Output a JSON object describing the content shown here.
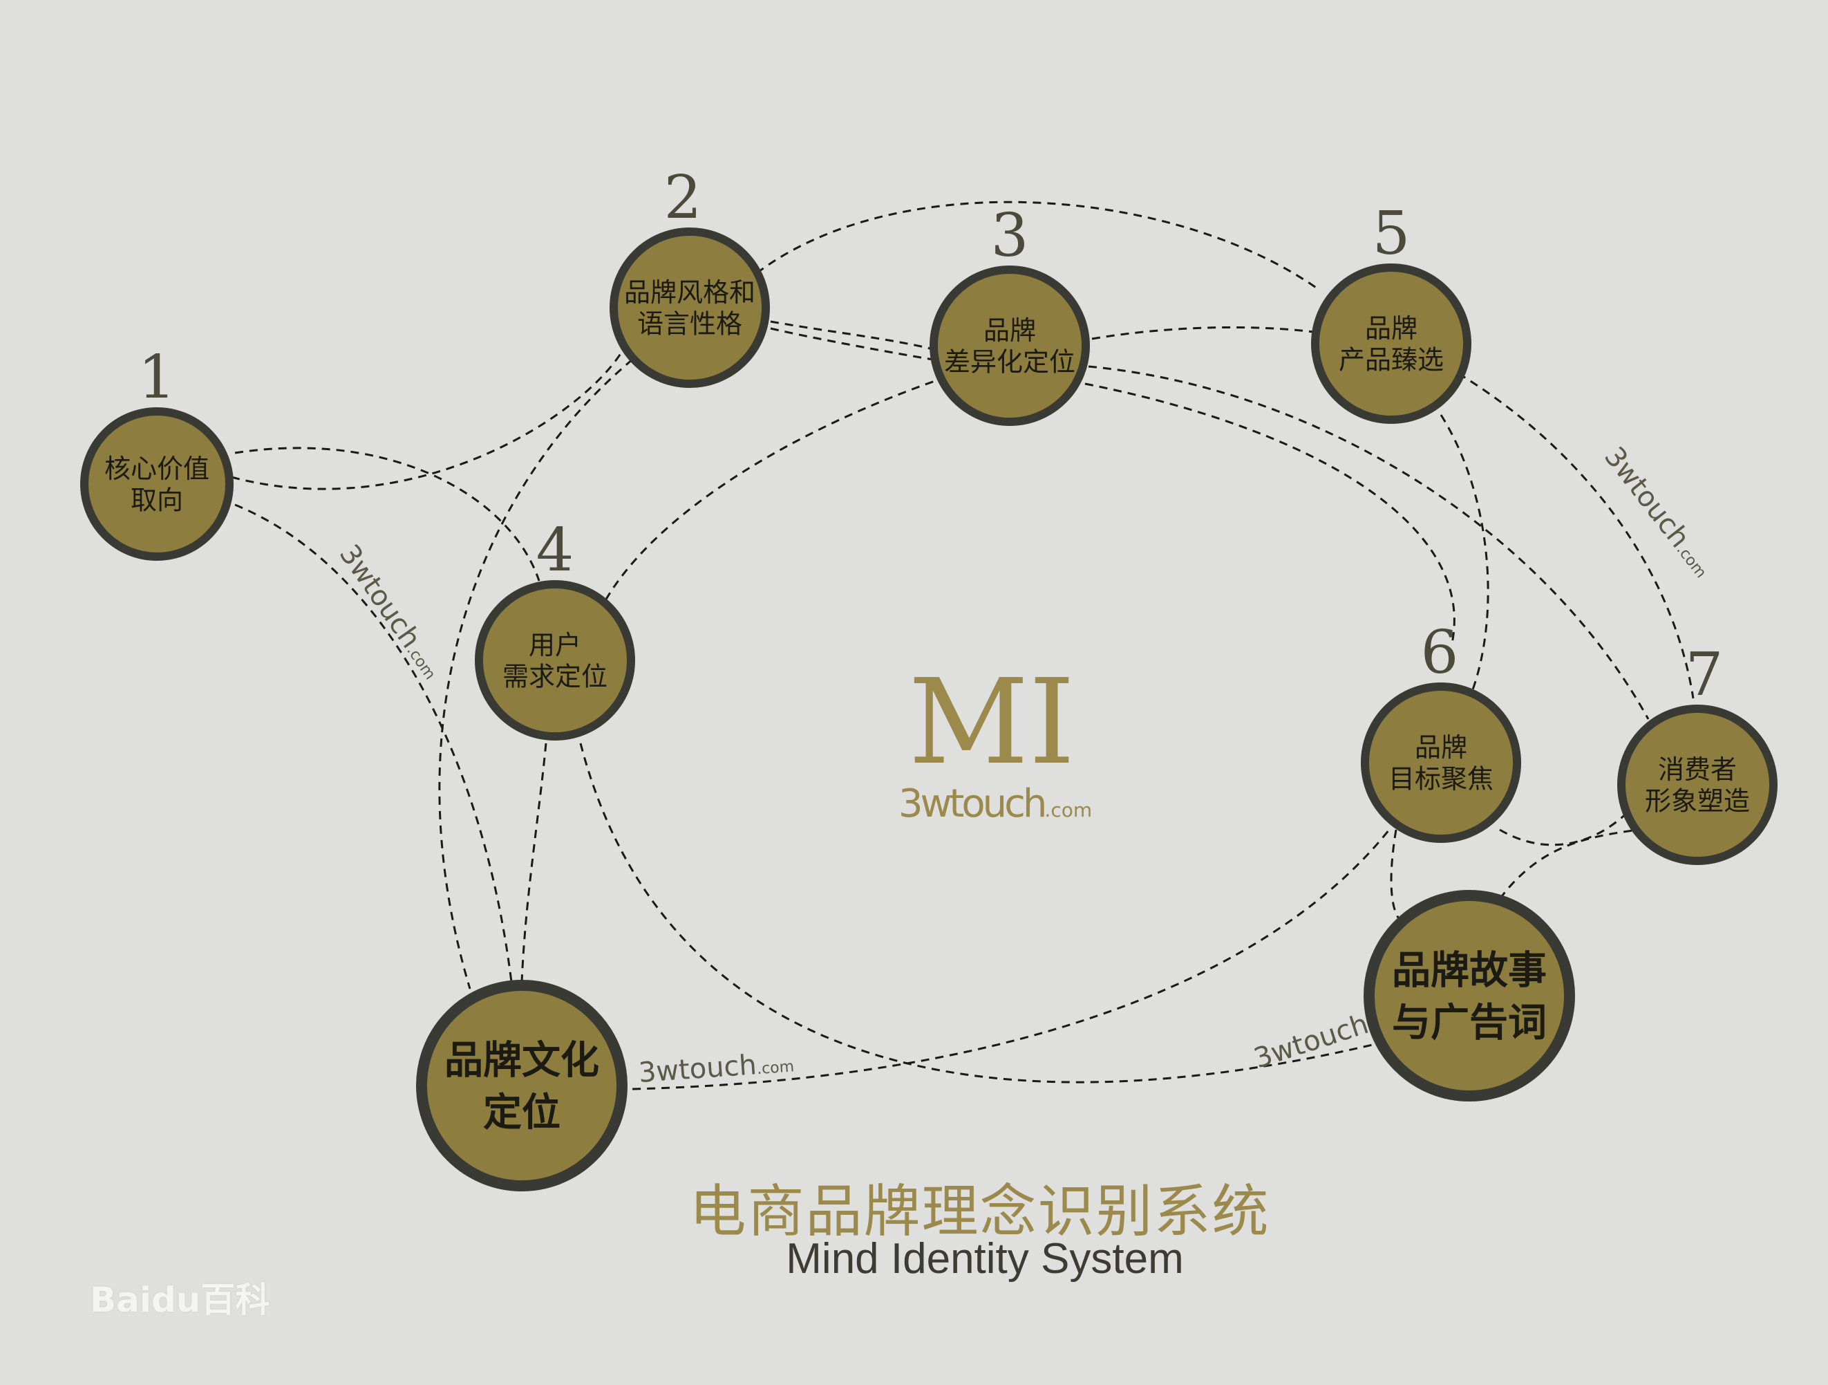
{
  "nodes": [
    {
      "id": "core-value",
      "number": "1",
      "lines": [
        "核心价值",
        "取向"
      ]
    },
    {
      "id": "brand-style",
      "number": "2",
      "lines": [
        "品牌风格和",
        "语言性格"
      ]
    },
    {
      "id": "brand-differentiation",
      "number": "3",
      "lines": [
        "品牌",
        "差异化定位"
      ]
    },
    {
      "id": "user-demand",
      "number": "4",
      "lines": [
        "用户",
        "需求定位"
      ]
    },
    {
      "id": "product-selection",
      "number": "5",
      "lines": [
        "品牌",
        "产品臻选"
      ]
    },
    {
      "id": "target-focus",
      "number": "6",
      "lines": [
        "品牌",
        "目标聚焦"
      ]
    },
    {
      "id": "consumer-image",
      "number": "7",
      "lines": [
        "消费者",
        "形象塑造"
      ]
    },
    {
      "id": "brand-culture",
      "number": "",
      "lines": [
        "品牌文化",
        "定位"
      ]
    },
    {
      "id": "brand-story",
      "number": "",
      "lines": [
        "品牌故事",
        "与广告词"
      ]
    }
  ],
  "center": {
    "label": "MI",
    "site": "3wtouch",
    "site_suffix": ".com"
  },
  "watermarks": [
    {
      "text": "3wtouch",
      "suffix": ".com"
    },
    {
      "text": "3wtouch",
      "suffix": ".com"
    },
    {
      "text": "3wtouch",
      "suffix": ".com"
    },
    {
      "text": "3wtouch",
      "suffix": ".com"
    }
  ],
  "title_cn": "电商品牌理念识别系统",
  "title_en": "Mind Identity System",
  "baidu_logo": "Baidu百科",
  "colors": {
    "node_fill": "#8d7d3f",
    "node_ring": "#3a3a35",
    "accent": "#9b8a4b",
    "background": "#dfdfdd"
  }
}
